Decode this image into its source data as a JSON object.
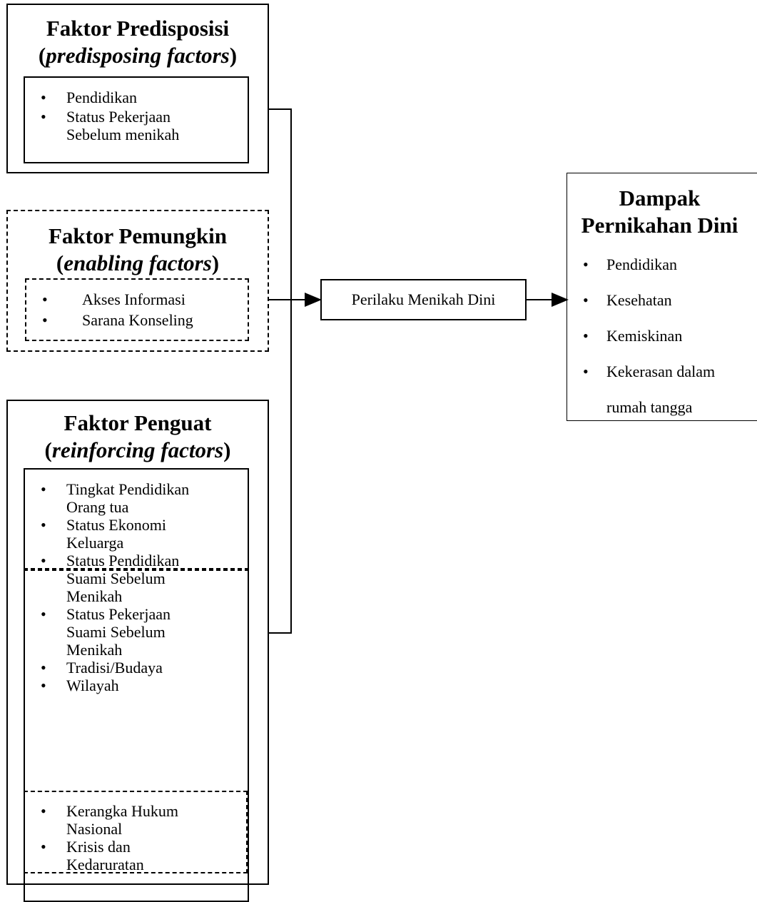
{
  "predisposing": {
    "title": "Faktor Predisposisi",
    "subtitle": "predisposing factors",
    "items": [
      {
        "line1": "Pendidikan",
        "line2": ""
      },
      {
        "line1": "Status Pekerjaan",
        "line2": "Sebelum menikah"
      }
    ]
  },
  "enabling": {
    "title": "Faktor Pemungkin",
    "subtitle": "enabling factors",
    "items": [
      {
        "line1": "Akses Informasi",
        "line2": ""
      },
      {
        "line1": "Sarana Konseling",
        "line2": ""
      }
    ]
  },
  "reinforcing": {
    "title": "Faktor Penguat",
    "subtitle": "reinforcing factors",
    "items": [
      {
        "line1": "Tingkat Pendidikan",
        "line2": "Orang tua",
        "line3": ""
      },
      {
        "line1": "Status Ekonomi",
        "line2": "Keluarga",
        "line3": ""
      },
      {
        "line1": "Status Pendidikan",
        "line2": "Suami Sebelum",
        "line3": "Menikah"
      },
      {
        "line1": "Status Pekerjaan",
        "line2": "Suami Sebelum",
        "line3": "Menikah"
      },
      {
        "line1": "Tradisi/Budaya",
        "line2": "",
        "line3": ""
      },
      {
        "line1": "Wilayah",
        "line2": "",
        "line3": ""
      }
    ],
    "dashed_items": [
      {
        "line1": "Kerangka Hukum",
        "line2": "Nasional"
      },
      {
        "line1": "Krisis dan",
        "line2": "Kedaruratan"
      }
    ]
  },
  "behavior": {
    "label": "Perilaku Menikah Dini"
  },
  "impact": {
    "title_line1": "Dampak",
    "title_line2": "Pernikahan Dini",
    "items": [
      {
        "line1": "Pendidikan",
        "line2": ""
      },
      {
        "line1": "Kesehatan",
        "line2": ""
      },
      {
        "line1": "Kemiskinan",
        "line2": ""
      },
      {
        "line1": "Kekerasan dalam",
        "line2": "rumah tangga"
      }
    ]
  }
}
